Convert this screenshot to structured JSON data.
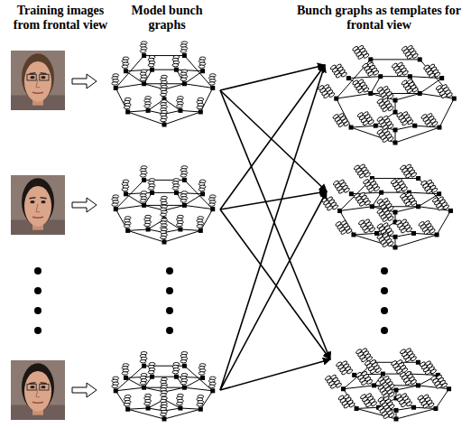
{
  "diagram": {
    "labels": [
      "Training images from frontal view",
      "Model bunch graphs",
      "Bunch graphs as templates for frontal view"
    ]
  }
}
